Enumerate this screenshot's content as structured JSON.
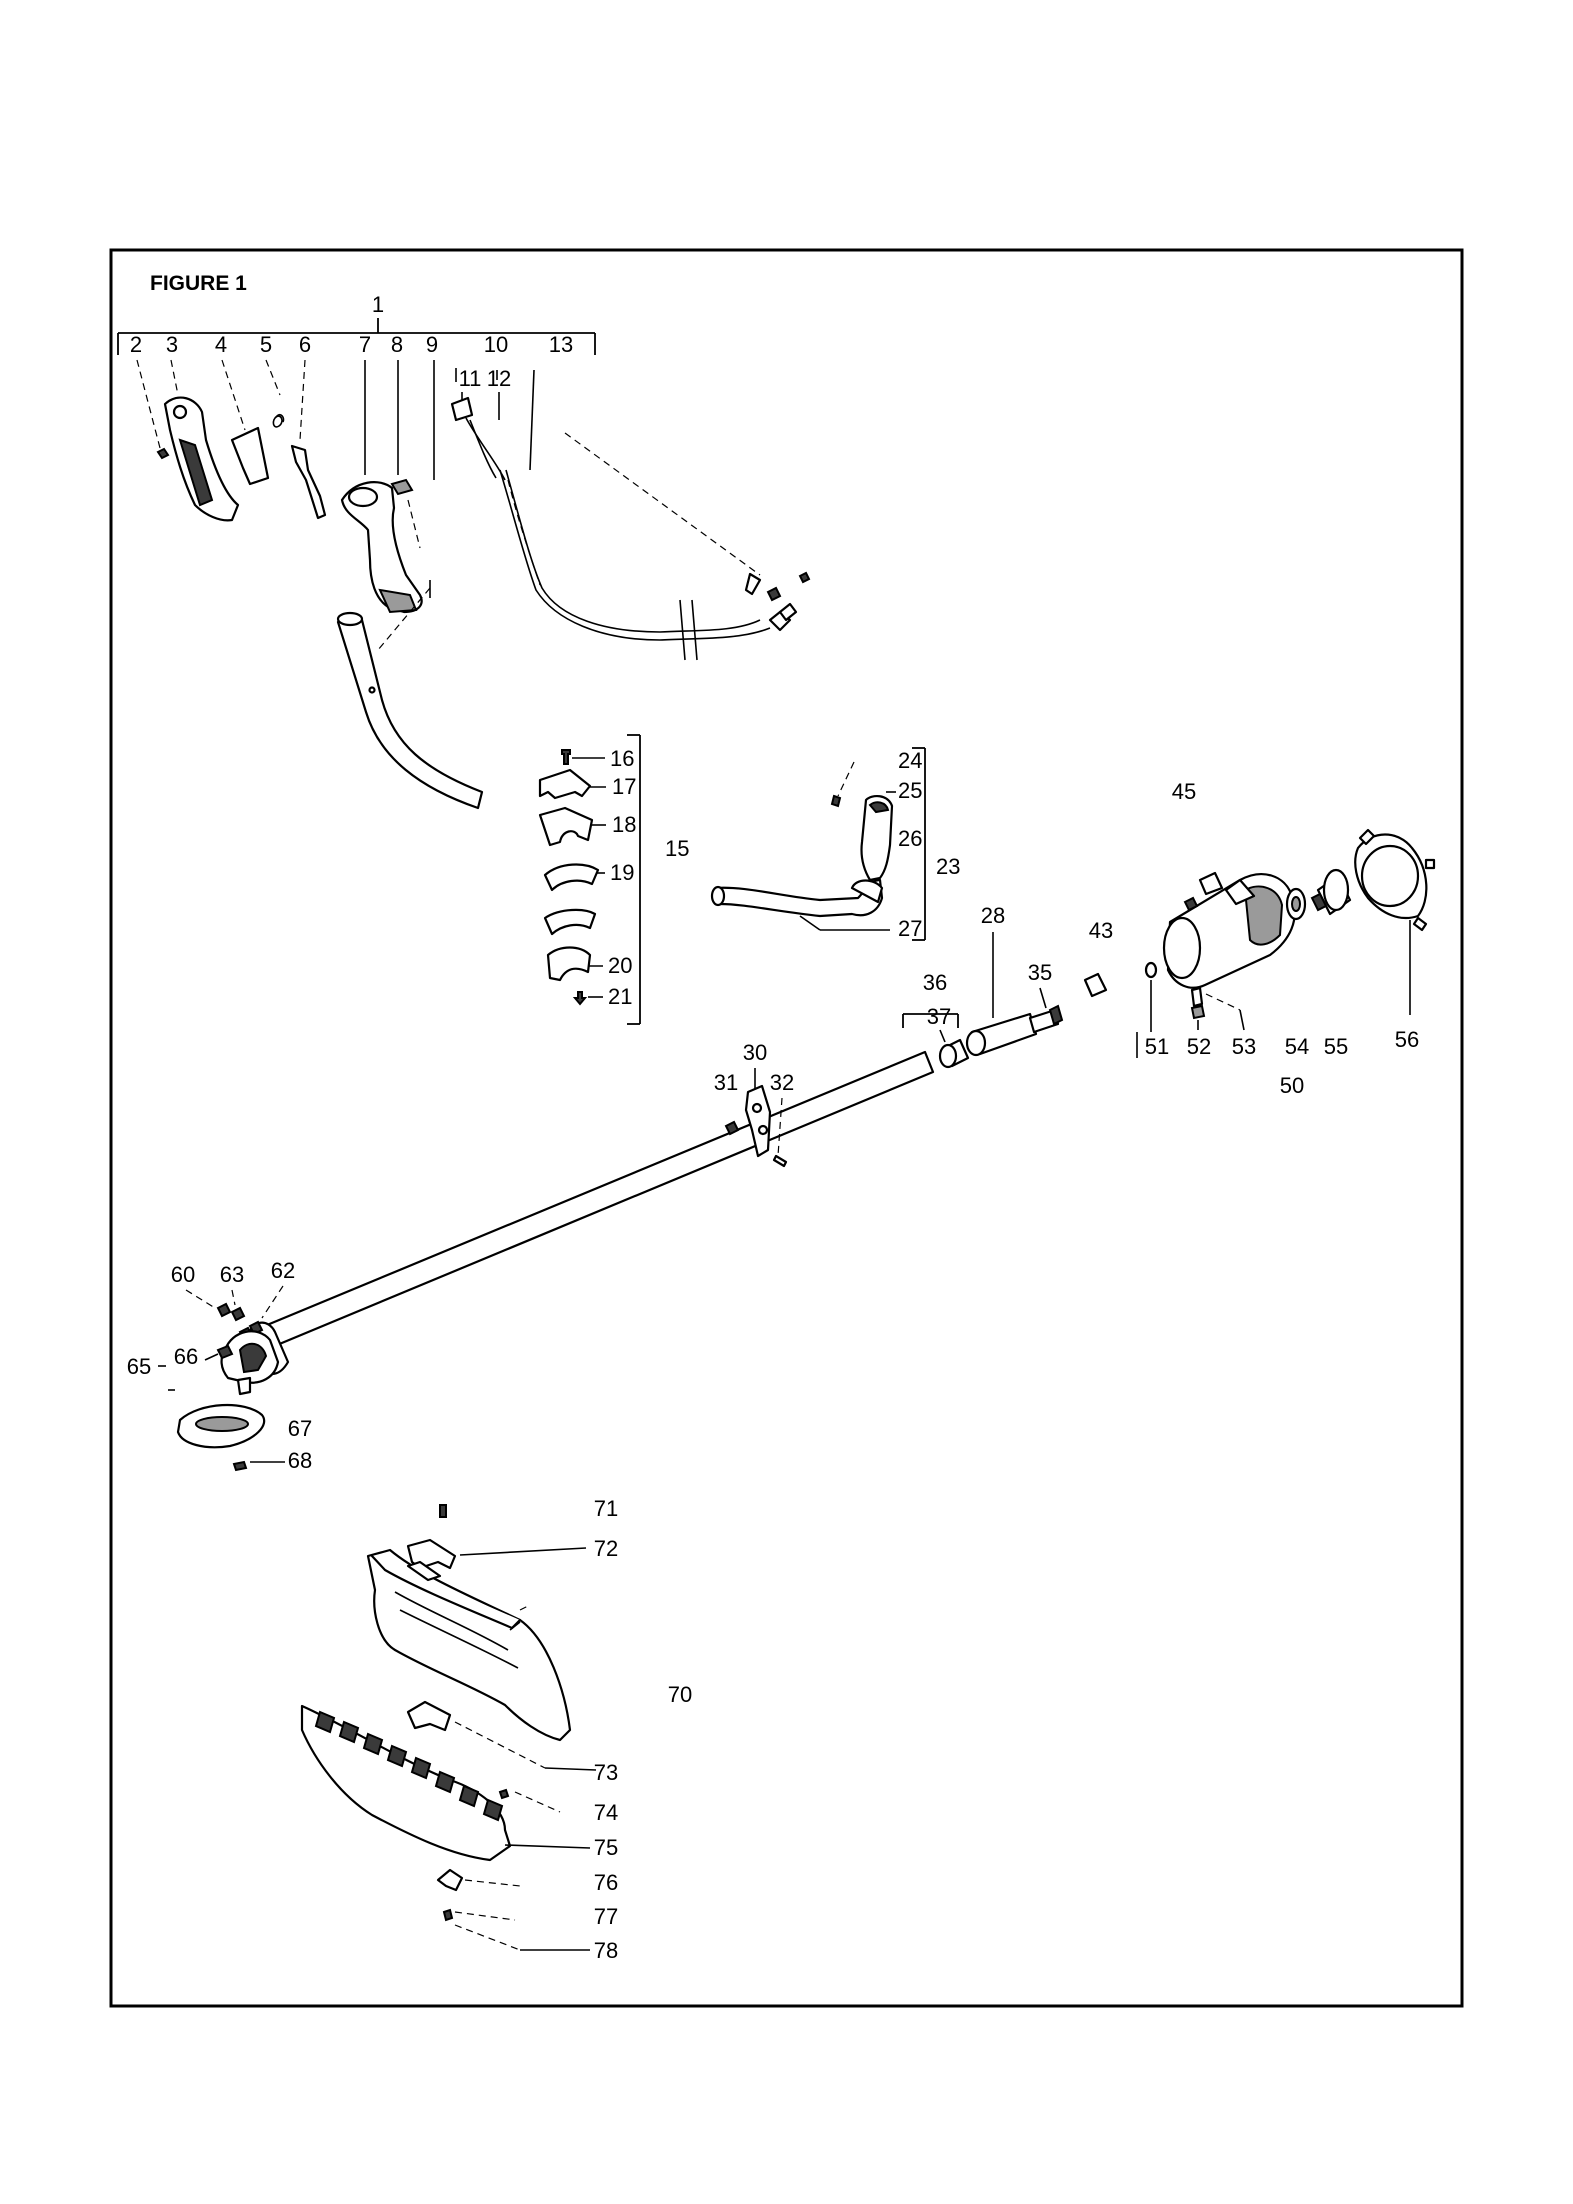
{
  "figure_title": "FIGURE 1",
  "labels": {
    "l1": "1",
    "l2": "2",
    "l3": "3",
    "l4": "4",
    "l5": "5",
    "l6": "6",
    "l7": "7",
    "l8": "8",
    "l9": "9",
    "l10": "10",
    "l11": "11",
    "l12": "12",
    "l13": "13",
    "l15": "15",
    "l16": "16",
    "l17": "17",
    "l18": "18",
    "l19": "19",
    "l20": "20",
    "l21": "21",
    "l23": "23",
    "l24": "24",
    "l25": "25",
    "l26": "26",
    "l27": "27",
    "l28": "28",
    "l30": "30",
    "l31": "31",
    "l32": "32",
    "l35": "35",
    "l36": "36",
    "l37": "37",
    "l43": "43",
    "l45": "45",
    "l50": "50",
    "l51": "51",
    "l52": "52",
    "l53": "53",
    "l54": "54",
    "l55": "55",
    "l56": "56",
    "l60": "60",
    "l62": "62",
    "l63": "63",
    "l65": "65",
    "l66": "66",
    "l67": "67",
    "l68": "68",
    "l70": "70",
    "l71": "71",
    "l72": "72",
    "l73": "73",
    "l74": "74",
    "l75": "75",
    "l76": "76",
    "l77": "77",
    "l78": "78"
  }
}
